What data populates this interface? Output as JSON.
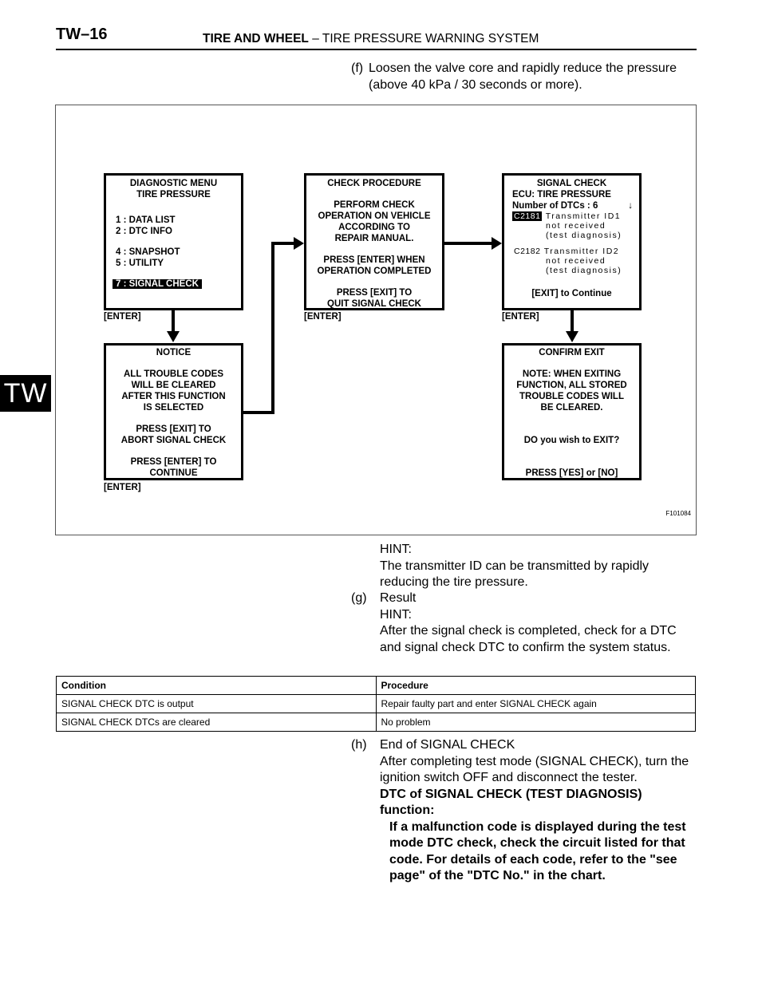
{
  "header": {
    "page_number": "TW–16",
    "section": "TIRE AND WHEEL",
    "separator": " – ",
    "subsection": "TIRE PRESSURE WARNING SYSTEM",
    "side_tab": "TW"
  },
  "step_f": {
    "label": "(f)",
    "text": "Loosen the valve core and rapidly reduce the pressure (above 40 kPa / 30 seconds or more)."
  },
  "figure": {
    "id": "F101084",
    "enter_label": "[ENTER]",
    "diagnostic_menu": {
      "title1": "DIAGNOSTIC MENU",
      "title2": "TIRE PRESSURE",
      "item1": "1 :  DATA LIST",
      "item2": "2 :  DTC INFO",
      "item4": "4 :  SNAPSHOT",
      "item5": "5 :  UTILITY",
      "item7": "7 :  SIGNAL CHECK"
    },
    "notice": {
      "title": "NOTICE",
      "line1": "ALL TROUBLE CODES",
      "line2": "WILL BE CLEARED",
      "line3": "AFTER THIS FUNCTION",
      "line4": "IS SELECTED",
      "line5": "PRESS [EXIT] TO",
      "line6": "ABORT SIGNAL CHECK",
      "line7": "PRESS [ENTER] TO",
      "line8": "CONTINUE"
    },
    "check_procedure": {
      "title": "CHECK PROCEDURE",
      "line1": "PERFORM CHECK",
      "line2": "OPERATION ON VEHICLE",
      "line3": "ACCORDING TO",
      "line4": "REPAIR MANUAL.",
      "line5": "PRESS [ENTER] WHEN",
      "line6": "OPERATION COMPLETED",
      "line7": "PRESS [EXIT] TO",
      "line8": "QUIT SIGNAL CHECK"
    },
    "signal_check": {
      "title": "SIGNAL CHECK",
      "ecu": "ECU:  TIRE  PRESSURE",
      "count": "Number  of  DTCs : 6",
      "scroll": "↓",
      "code1": "C2181",
      "code1_l1": "Transmitter ID1",
      "code1_l2": "not received",
      "code1_l3": "(test diagnosis)",
      "code2": "C2182",
      "code2_l1": "Transmitter ID2",
      "code2_l2": "not received",
      "code2_l3": "(test diagnosis)",
      "footer": "[EXIT]  to  Continue"
    },
    "confirm_exit": {
      "title": "CONFIRM EXIT",
      "line1": "NOTE: WHEN EXITING",
      "line2": "FUNCTION, ALL STORED",
      "line3": "TROUBLE CODES WILL",
      "line4": "BE CLEARED.",
      "line5": "DO you wish to EXIT?",
      "line6": "PRESS  [YES]  or  [NO]"
    }
  },
  "hint1": {
    "label": "HINT:",
    "text": "The transmitter ID can be transmitted by rapidly reducing the tire pressure."
  },
  "step_g": {
    "label": "(g)",
    "title": "Result",
    "hint_label": "HINT:",
    "hint_text": "After the signal check is completed, check for a DTC and signal check DTC to confirm the system status."
  },
  "result_table": {
    "headers": [
      "Condition",
      "Procedure"
    ],
    "rows": [
      [
        "SIGNAL CHECK DTC is output",
        "Repair faulty part and enter SIGNAL CHECK again"
      ],
      [
        "SIGNAL CHECK DTCs are cleared",
        "No problem"
      ]
    ]
  },
  "step_h": {
    "label": "(h)",
    "title": "End of SIGNAL CHECK",
    "text": "After completing test mode (SIGNAL CHECK), turn the ignition switch OFF and disconnect the tester.",
    "bold_heading": "DTC of SIGNAL CHECK (TEST DIAGNOSIS) function:",
    "bold_text": "If a malfunction code is displayed during the test mode DTC check, check the circuit listed for that code. For details of each code, refer to the \"see page\" of the \"DTC No.\" in the chart."
  }
}
